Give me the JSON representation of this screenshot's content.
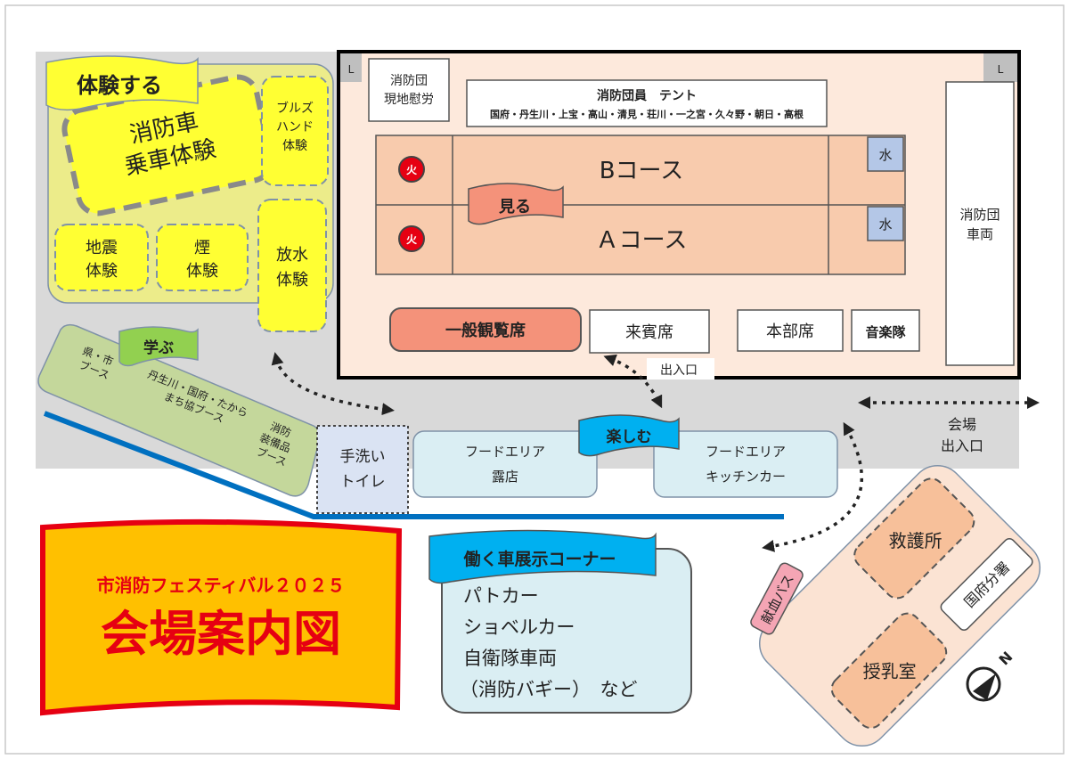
{
  "colors": {
    "yellow": "#ffff33",
    "yellow_area": "#ecec8a",
    "gray": "#d9d9d9",
    "peach": "#fde9dc",
    "salmon": "#f4927a",
    "green": "#c4d79b",
    "light_blue": "#daeef3",
    "orange_pale": "#fbe3d3",
    "orange_box": "#f7c09a",
    "red": "#e60012",
    "title_yellow": "#ffc000",
    "blue_line": "#0070c0",
    "tag_green": "#92d050",
    "tag_blue": "#00b0f0"
  },
  "experience": {
    "label": "体験する",
    "fire_truck_ride": [
      "消防車",
      "乗車体験"
    ],
    "bulls_hand": [
      "ブルズ",
      "ハンド",
      "体験"
    ],
    "earthquake": [
      "地震",
      "体験"
    ],
    "smoke": [
      "煙",
      "体験"
    ],
    "water_discharge": [
      "放水",
      "体験"
    ]
  },
  "corner_marks": [
    "L",
    "L"
  ],
  "field": {
    "fire_brigade_rest": [
      "消防団",
      "現地慰労"
    ],
    "tent_title": "消防団員　テント",
    "tent_members": "国府・丹生川・上宝・高山・清見・荘川・一之宮・久々野・朝日・高根",
    "course_b": "Bコース",
    "course_a": "Ａコース",
    "fire_mark": "火",
    "water_mark": "水",
    "watch_label": "見る",
    "fire_brigade_vehicle": [
      "消防団",
      "車両"
    ],
    "general_seats": "一般観覧席",
    "guest_seats": "来賓席",
    "hq_seats": "本部席",
    "band": "音楽隊",
    "entrance": "出入口"
  },
  "learn": {
    "label": "学ぶ",
    "prefecture_city": [
      "県・市",
      "ブース"
    ],
    "machikyo": [
      "丹生川・国府・たから",
      "まち協ブース"
    ],
    "equipment": [
      "消防",
      "装備品",
      "ブース"
    ]
  },
  "wash_toilet": [
    "手洗い",
    "トイレ"
  ],
  "enjoy": {
    "label": "楽しむ",
    "food_stalls": [
      "フードエリア",
      "露店"
    ],
    "food_trucks": [
      "フードエリア",
      "キッチンカー"
    ]
  },
  "venue_entrance": [
    "会場",
    "出入口"
  ],
  "title": {
    "subtitle": "市消防フェスティバル２０２５",
    "main": "会場案内図"
  },
  "vehicles": {
    "label": "働く車展示コーナー",
    "items": [
      "パトカー",
      "ショベルカー",
      "自衛隊車両",
      "（消防バギー）　など"
    ]
  },
  "building": {
    "first_aid": "救護所",
    "nursing": "授乳室",
    "blood_bus": "献血バス",
    "kokufu_branch": "国府分署"
  },
  "compass": {
    "label": "N"
  }
}
